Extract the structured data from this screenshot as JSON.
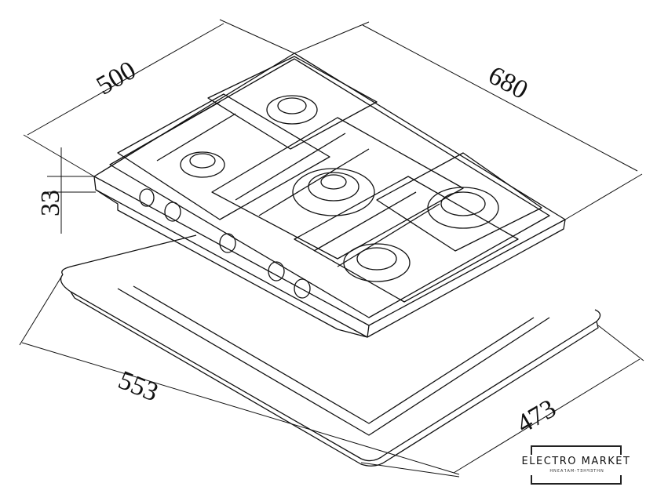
{
  "dimensions": {
    "depth_top": "500",
    "width_top": "680",
    "height": "33",
    "cutout_width": "553",
    "cutout_depth": "473"
  },
  "logo": {
    "name": "ELECTRO MARKET",
    "subtitle": "ИНТЕРНЕТ-МАГАЗИН"
  }
}
